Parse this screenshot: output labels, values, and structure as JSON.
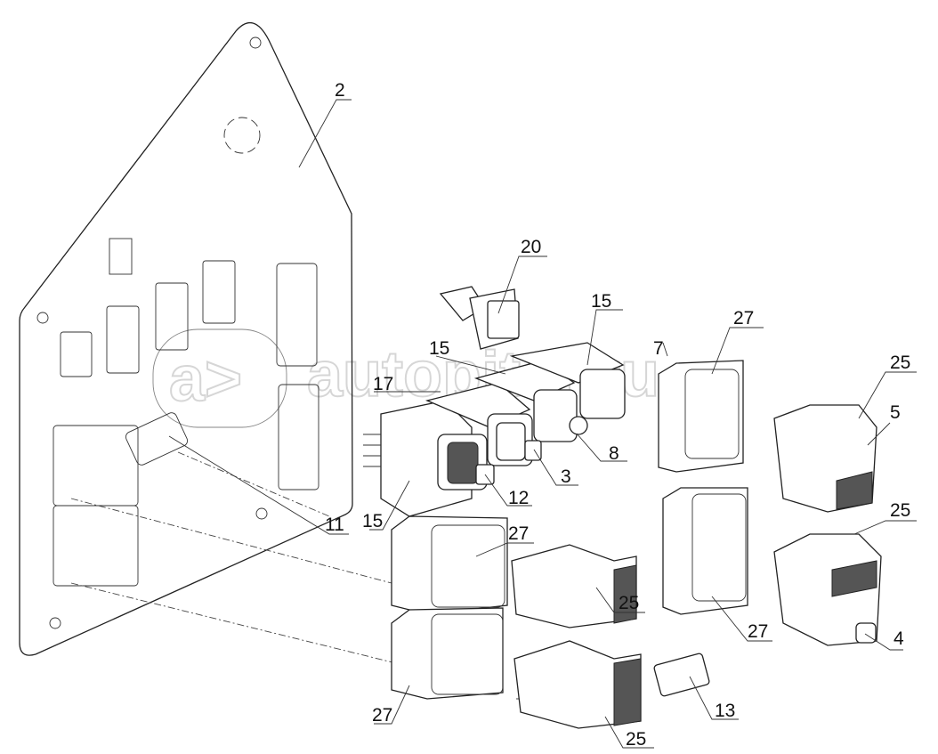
{
  "watermark": {
    "text": "autopiter.ru",
    "logo_text": "a>"
  },
  "labels": [
    "2",
    "20",
    "15",
    "15",
    "17",
    "7",
    "27",
    "25",
    "5",
    "8",
    "3",
    "12",
    "15",
    "11",
    "27",
    "25",
    "27",
    "25",
    "4",
    "13",
    "27",
    "25"
  ]
}
